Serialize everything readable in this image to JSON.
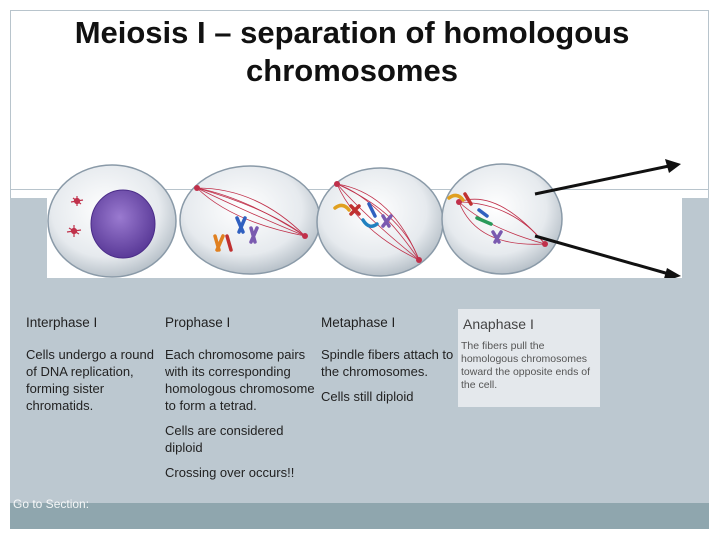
{
  "title": "Meiosis I – separation of homologous chromosomes",
  "colors": {
    "panel": "#bcc8d0",
    "footer": "#8fa6ae",
    "cell_membrane": "#8a9aa8",
    "nucleus": "#7a55b8",
    "spindle": "#c0304a",
    "arrow": "#111111"
  },
  "stages": [
    {
      "name": "Interphase I",
      "paragraphs": [
        "Cells undergo a round of DNA replication, forming sister chromatids."
      ]
    },
    {
      "name": "Prophase I",
      "paragraphs": [
        "Each chromosome pairs with its corresponding homologous chromosome to form a tetrad.",
        "Cells are considered diploid",
        "Crossing over occurs!!"
      ]
    },
    {
      "name": "Metaphase I",
      "paragraphs": [
        "Spindle fibers attach to the chromosomes.",
        "Cells still diploid"
      ]
    },
    {
      "name": "Anaphase I",
      "paragraphs": [
        "The fibers pull the homologous chromosomes toward the opposite ends of the cell."
      ]
    }
  ],
  "footer": {
    "goto_label": "Go to Section:"
  }
}
